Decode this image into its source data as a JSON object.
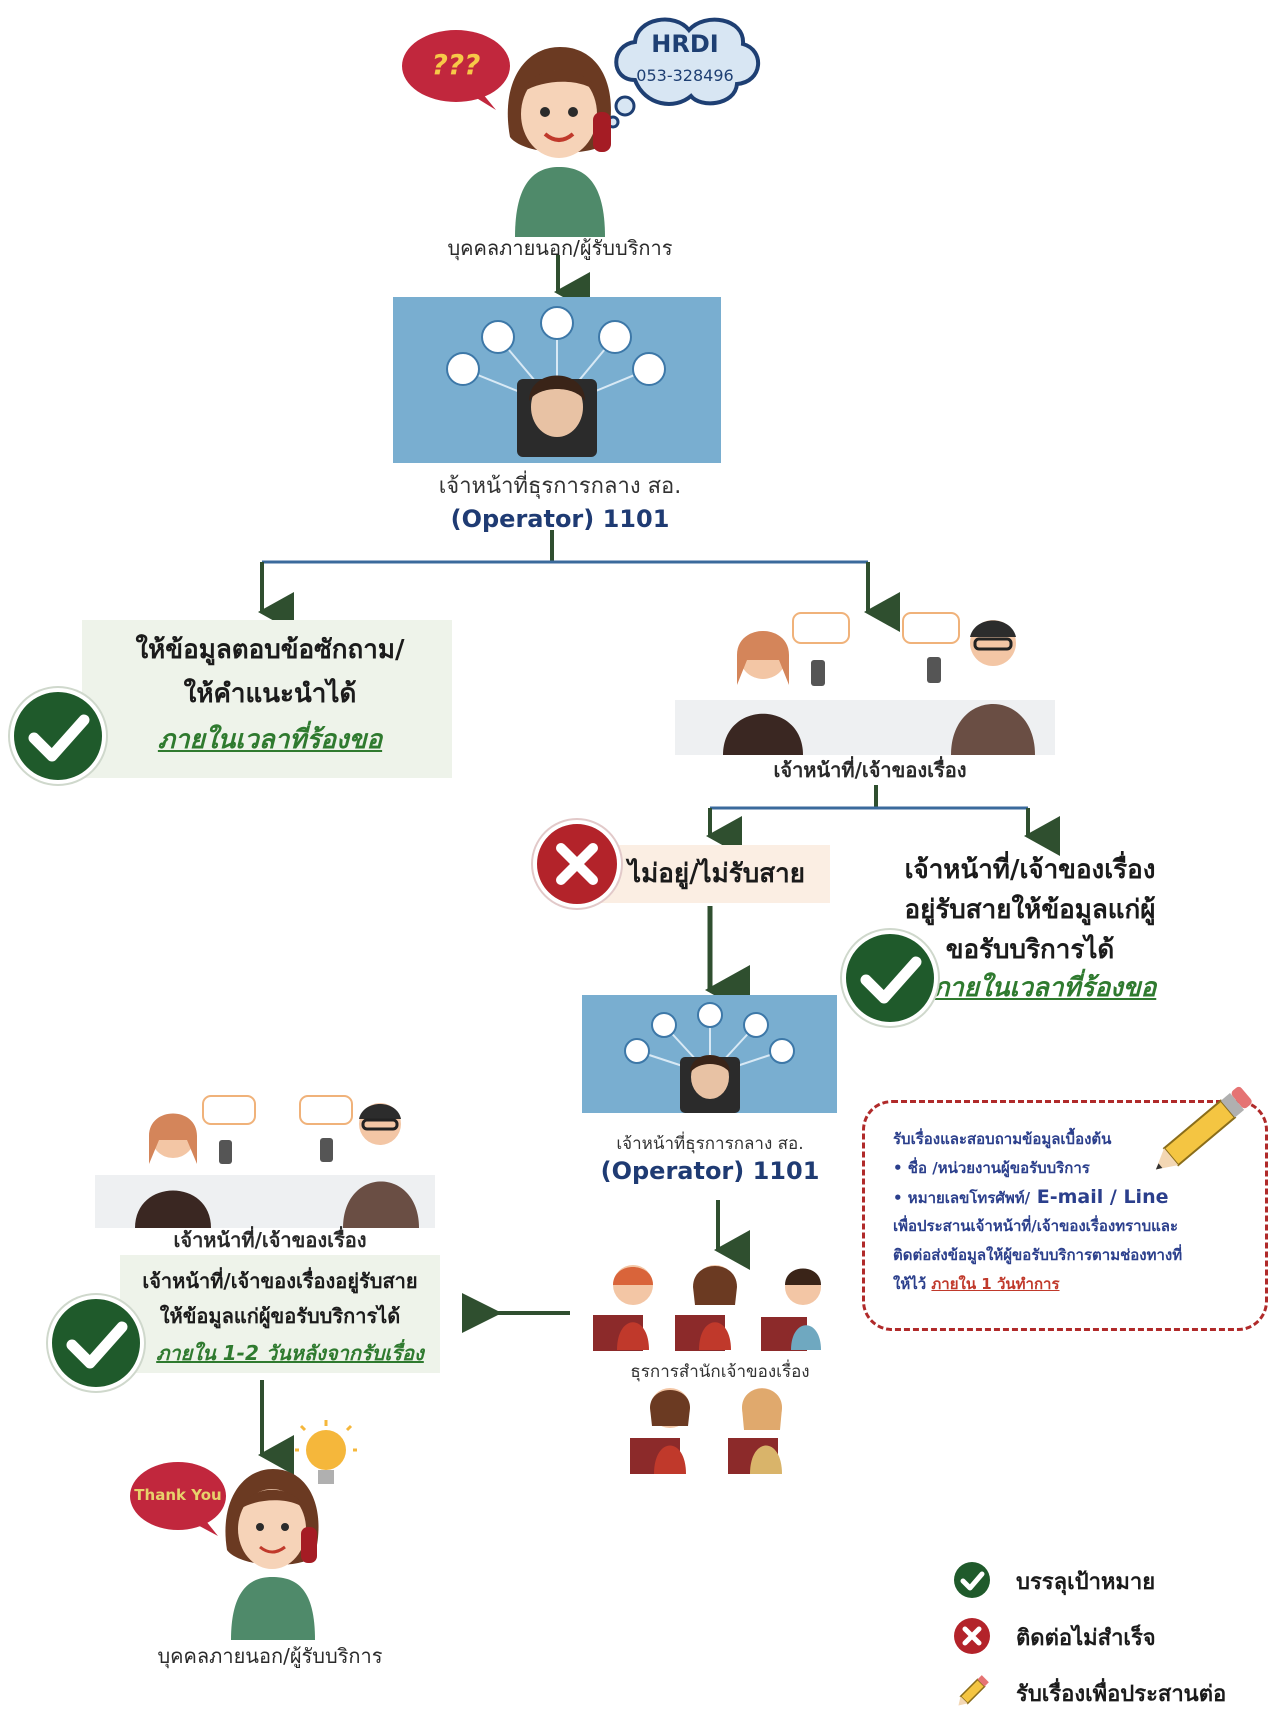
{
  "top": {
    "question_bubble": "???",
    "hrdi_title": "HRDI",
    "hrdi_phone": "053-328496",
    "caller_label": "บุคคลภายนอก/ผู้รับบริการ"
  },
  "operator1": {
    "label": "เจ้าหน้าที่ธุรการกลาง สอ.",
    "number": "(Operator) 1101"
  },
  "left_result": {
    "line1": "ให้ข้อมูลตอบข้อซักถาม/",
    "line2": "ให้คำแนะนำได้",
    "link": "ภายในเวลาที่ร้องขอ"
  },
  "staff1_label": "เจ้าหน้าที่/เจ้าของเรื่อง",
  "not_available": "ไม่อยู่/ไม่รับสาย",
  "right_result": {
    "line1": "เจ้าหน้าที่/เจ้าของเรื่อง",
    "line2": "อยู่รับสายให้ข้อมูลแก่ผู้",
    "line3": "ขอรับบริการได้",
    "link": "ภายในเวลาที่ร้องขอ"
  },
  "operator2": {
    "label": "เจ้าหน้าที่ธุรการกลาง สอ.",
    "number": "(Operator) 1101"
  },
  "note": {
    "line1": "รับเรื่องและสอบถามข้อมูลเบื้องต้น",
    "bullet1": "• ชื่อ /หน่วยงานผู้ขอรับบริการ",
    "bullet2_prefix": "• หมายเลขโทรศัพท์/",
    "bullet2_suffix": " E-mail / Line",
    "line4": "เพื่อประสานเจ้าหน้าที่/เจ้าของเรื่องทราบและ",
    "line5": "ติดต่อส่งข้อมูลให้ผู้ขอรับบริการตามช่องทางที่",
    "line6_prefix": "ให้ไว้ ",
    "line6_link": "ภายใน 1 วันทำการ"
  },
  "staff2_label": "เจ้าหน้าที่/เจ้าของเรื่อง",
  "bottom_result": {
    "line1": "เจ้าหน้าที่/เจ้าของเรื่องอยู่รับสาย",
    "line2": "ให้ข้อมูลแก่ผู้ขอรับบริการได้",
    "link": "ภายใน 1-2 วันหลังจากรับเรื่อง"
  },
  "office_label": "ธุรการสำนักเจ้าของเรื่อง",
  "end": {
    "thank_you": "Thank You",
    "caller_label": "บุคคลภายนอก/ผู้รับบริการ"
  },
  "legend": {
    "success": "บรรลุเป้าหมาย",
    "fail": "ติดต่อไม่สำเร็จ",
    "forward": "รับเรื่องเพื่อประสานต่อ"
  },
  "colors": {
    "success_green": "#1f5a2b",
    "fail_red": "#b3232a",
    "arrow": "#2f4f2f",
    "operator_panel": "#79aed0",
    "note_border": "#b02a2a"
  }
}
